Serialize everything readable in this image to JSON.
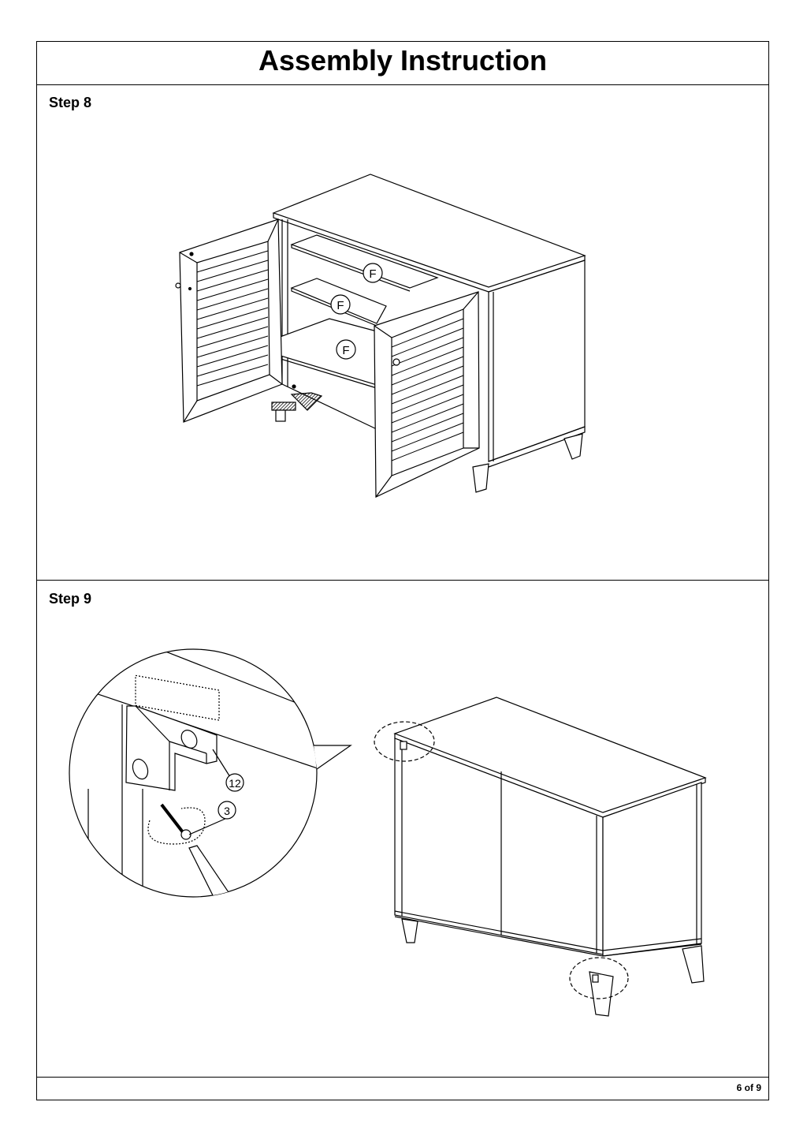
{
  "header": {
    "title": "Assembly Instruction"
  },
  "steps": [
    {
      "label": "Step 8",
      "part_labels": [
        "F",
        "F",
        "F"
      ]
    },
    {
      "label": "Step 9",
      "part_labels": [
        "12",
        "3"
      ]
    }
  ],
  "footer": {
    "page": "6 of 9"
  }
}
